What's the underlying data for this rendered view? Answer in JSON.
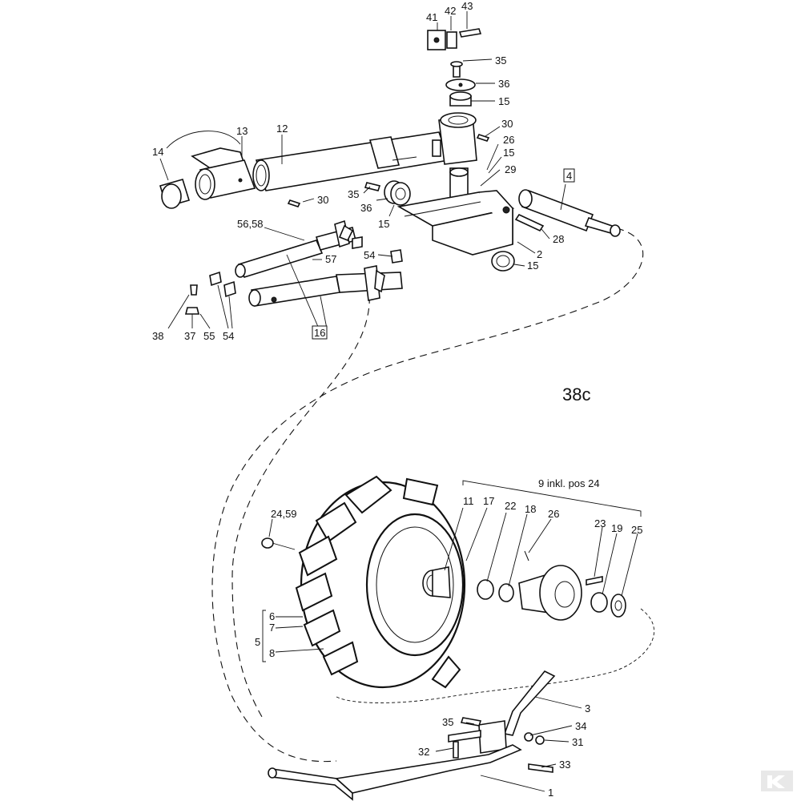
{
  "diagram": {
    "page_code": "38c",
    "callouts": {
      "c41": "41",
      "c42": "42",
      "c43": "43",
      "c35a": "35",
      "c36a": "36",
      "c15a": "15",
      "c30a": "30",
      "c13": "13",
      "c12": "12",
      "c14": "14",
      "c26a": "26",
      "c15b": "15",
      "c29": "29",
      "c4": "4",
      "c35b": "35",
      "c36b": "36",
      "c15c": "15",
      "c30b": "30",
      "c28": "28",
      "c2": "2",
      "c15d": "15",
      "c5658": "56,58",
      "c57": "57",
      "c54a": "54",
      "c38": "38",
      "c37": "37",
      "c55": "55",
      "c54b": "54",
      "c16": "16",
      "c9": "9 inkl. pos 24",
      "c11": "11",
      "c17": "17",
      "c22": "22",
      "c18": "18",
      "c26b": "26",
      "c23": "23",
      "c19": "19",
      "c25": "25",
      "c2459": "24,59",
      "c6": "6",
      "c7": "7",
      "c5": "5",
      "c8": "8",
      "c3": "3",
      "c35c": "35",
      "c34": "34",
      "c31": "31",
      "c32": "32",
      "c33": "33",
      "c1": "1"
    }
  }
}
